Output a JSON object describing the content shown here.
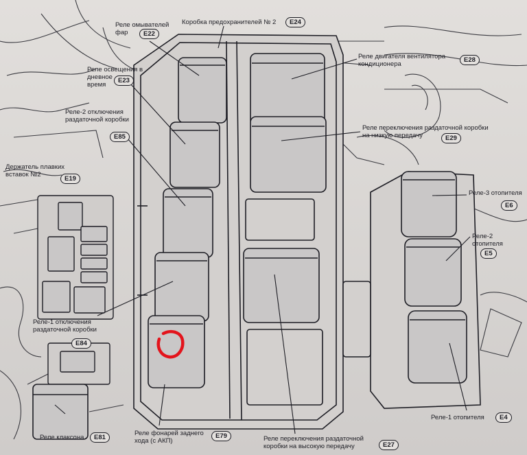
{
  "labels": {
    "fuse_box_2": {
      "text": "Коробка предохранителей № 2",
      "code": "E24"
    },
    "headlamp_washer_relay": {
      "text": "Реле омывателей\nфар",
      "code": "E22"
    },
    "daytime_lights_relay": {
      "text": "Реле освещения в\nдневное\nвремя",
      "code": "E23"
    },
    "transfer_cutoff_relay_2": {
      "text": "Реле-2 отключения\nраздаточной коробки",
      "code": "E85"
    },
    "fusible_link_holder_2": {
      "text": "Держатель плавких\nвставок №2",
      "code": "E19"
    },
    "transfer_cutoff_relay_1": {
      "text": "Реле-1 отключения\nраздаточной коробки",
      "code": "E84"
    },
    "horn_relay": {
      "text": "Реле клаксона",
      "code": "E81"
    },
    "reverse_lamp_relay": {
      "text": "Реле фонарей заднего\nхода (с АКП)",
      "code": "E79"
    },
    "high_transfer_relay": {
      "text": "Реле переключения раздаточной\nкоробки на высокую передачу",
      "code": "E27"
    },
    "ac_fan_relay": {
      "text": "Реле двигателя вентилятора\nкондиционера",
      "code": "E28"
    },
    "low_transfer_relay": {
      "text": "Реле переключения раздаточной коробки\nна низкую передачу",
      "code": "E29"
    },
    "heater_relay_3": {
      "text": "Реле-3 отопителя",
      "code": "E6"
    },
    "heater_relay_2": {
      "text": "Реле-2\nотопителя",
      "code": "E5"
    },
    "heater_relay_1": {
      "text": "Реле-1 отопителя",
      "code": "E4"
    }
  },
  "colors": {
    "paper": "#d9d6d3",
    "ink": "#1d1d24",
    "relay_fill": "#c9c7c7",
    "highlight": "#e3141c"
  }
}
